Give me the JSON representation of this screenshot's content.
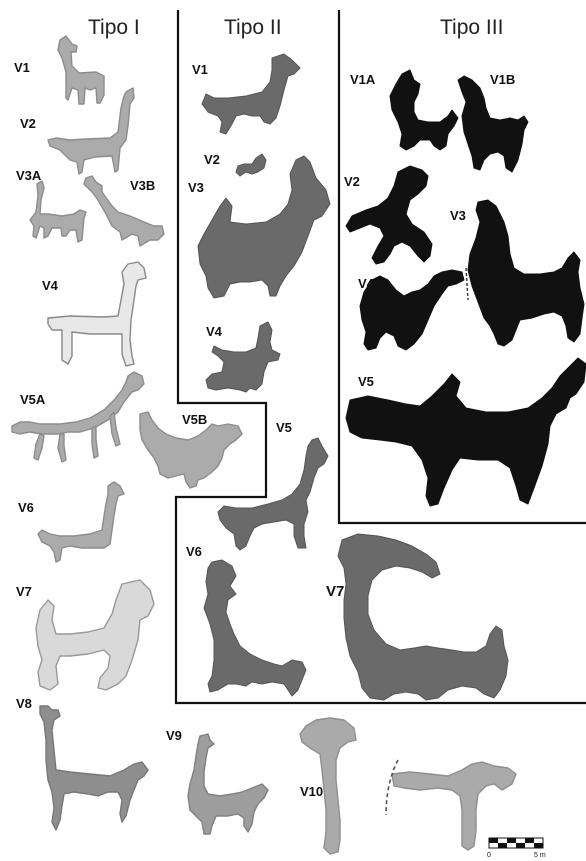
{
  "groups": {
    "tipo1": {
      "heading": "Tipo I",
      "color": "#aaaaaa",
      "labels": {
        "v1": "V1",
        "v2": "V2",
        "v3a": "V3A",
        "v3b": "V3B",
        "v4": "V4",
        "v5a": "V5A",
        "v5b": "V5B",
        "v6": "V6",
        "v7": "V7",
        "v8": "V8",
        "v9": "V9",
        "v10": "V10"
      }
    },
    "tipo2": {
      "heading": "Tipo II",
      "color": "#666666",
      "labels": {
        "v1": "V1",
        "v2": "V2",
        "v3": "V3",
        "v4": "V4",
        "v5": "V5",
        "v6": "V6",
        "v7": "V7"
      }
    },
    "tipo3": {
      "heading": "Tipo III",
      "color": "#111111",
      "labels": {
        "v1a": "V1A",
        "v1b": "V1B",
        "v2": "V2",
        "v3": "V3",
        "v4": "V4",
        "v5": "V5"
      }
    }
  },
  "scale_bar": {
    "start_label": "0",
    "end_label": "5 m"
  }
}
